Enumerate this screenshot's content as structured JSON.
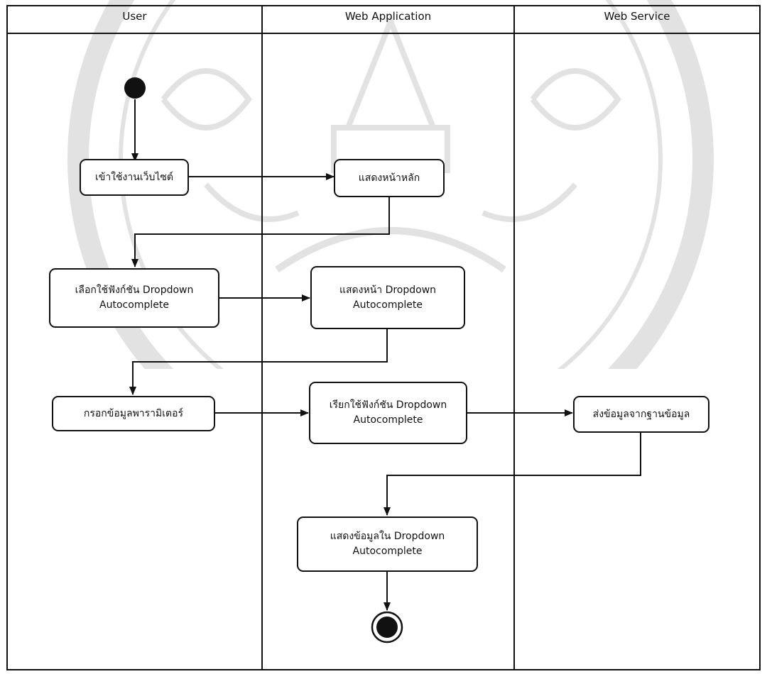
{
  "lanes": {
    "user": "User",
    "web_application": "Web Application",
    "web_service": "Web Service"
  },
  "nodes": {
    "enter_site": "เข้าใช้งานเว็บไซต์",
    "show_home": "แสดงหน้าหลัก",
    "select_function": {
      "line1": "เลือกใช้ฟังก์ชัน Dropdown",
      "line2": "Autocomplete"
    },
    "show_dropdown_page": {
      "line1": "แสดงหน้า Dropdown",
      "line2": "Autocomplete"
    },
    "enter_parameters": "กรอกข้อมูลพารามิเตอร์",
    "call_function": {
      "line1": "เรียกใช้ฟังก์ชัน Dropdown",
      "line2": "Autocomplete"
    },
    "send_data": "ส่งข้อมูลจากฐานข้อมูล",
    "show_data": {
      "line1": "แสดงข้อมูลใน Dropdown",
      "line2": "Autocomplete"
    }
  },
  "colors": {
    "line": "#111111",
    "watermark": "#000000",
    "background": "#ffffff"
  }
}
